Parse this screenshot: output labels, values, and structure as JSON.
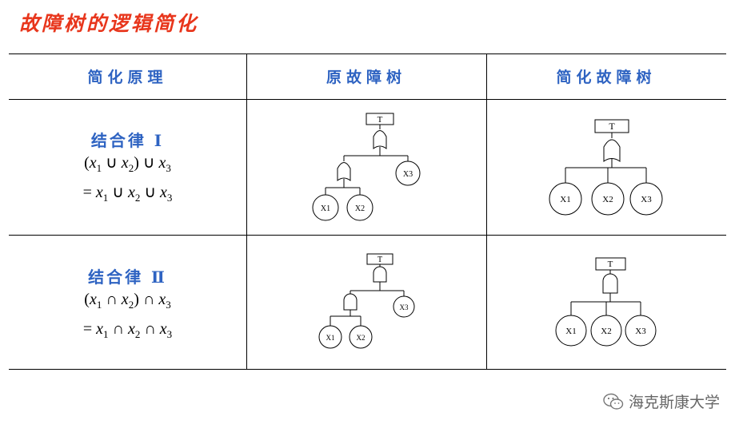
{
  "title": "故障树的逻辑简化",
  "headers": [
    "简化原理",
    "原故障树",
    "简化故障树"
  ],
  "rows": [
    {
      "law": "结合律 Ⅰ",
      "eq1": [
        "(",
        "x",
        "1",
        " ∪ ",
        "x",
        "2",
        ")",
        " ∪ ",
        "x",
        "3"
      ],
      "eq2": [
        "= ",
        "x",
        "1",
        " ∪ ",
        "x",
        "2",
        " ∪ ",
        "x",
        "3"
      ],
      "gate": "or"
    },
    {
      "law": "结合律 Ⅱ",
      "eq1": [
        "(",
        "x",
        "1",
        " ∩ ",
        "x",
        "2",
        ")",
        " ∩ ",
        "x",
        "3"
      ],
      "eq2": [
        "= ",
        "x",
        "1",
        " ∩ ",
        "x",
        "2",
        " ∩ ",
        "x",
        "3"
      ],
      "gate": "and"
    }
  ],
  "tree_labels": {
    "top": "T",
    "events": [
      "X1",
      "X2",
      "X3"
    ]
  },
  "watermark": "海克斯康大学"
}
